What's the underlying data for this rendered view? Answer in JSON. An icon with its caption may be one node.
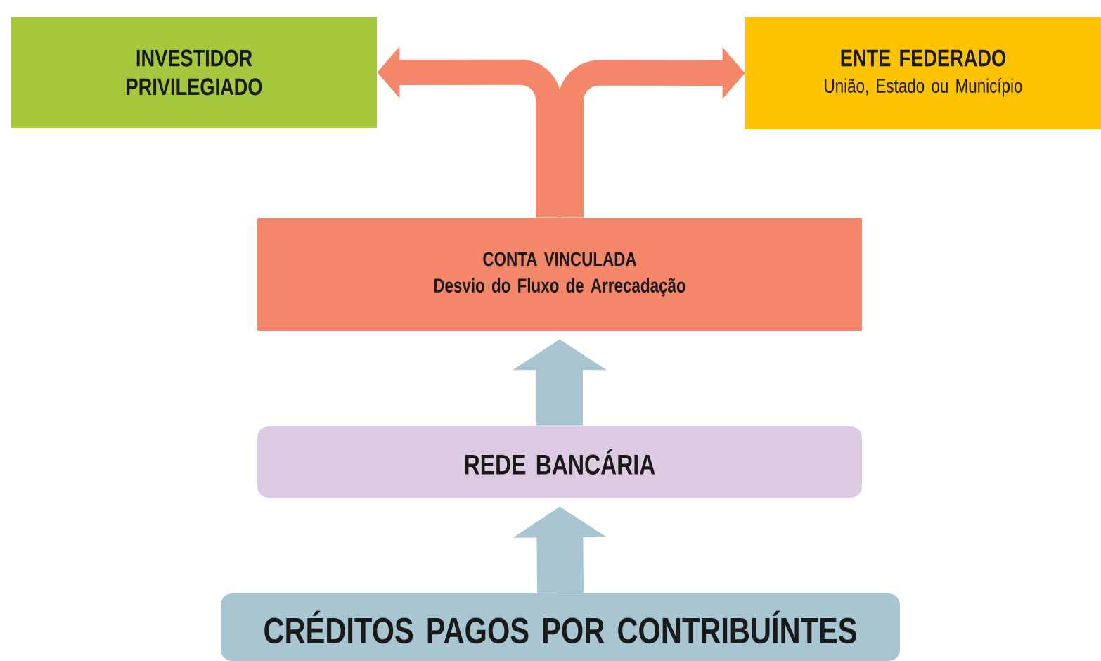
{
  "diagram": {
    "nodes": [
      {
        "text": [
          "INVESTIDOR PRIVILEGIADO"
        ]
      },
      {
        "text": [
          "ENTE FEDERADO",
          "União, Estado ou Município"
        ]
      },
      {
        "text": [
          "CONTA VINCULADA",
          "Desvio do Fluxo de Arrecadação"
        ]
      },
      {
        "text": [
          "REDE BANCÁRIA"
        ]
      },
      {
        "text": [
          "CRÉDITOS PAGOS POR CONTRIBUÍNTES"
        ]
      }
    ],
    "edges": [
      {
        "from": 2,
        "to": 0,
        "arrow": "to",
        "color": "#f4876a"
      },
      {
        "from": 2,
        "to": 1,
        "arrow": "to",
        "color": "#f4876a"
      },
      {
        "from": 3,
        "to": 2,
        "arrow": "to",
        "style": "thick",
        "color": "#a8c6d2"
      },
      {
        "from": 4,
        "to": 3,
        "arrow": "to",
        "style": "thick",
        "color": "#a8c6d2"
      }
    ]
  }
}
